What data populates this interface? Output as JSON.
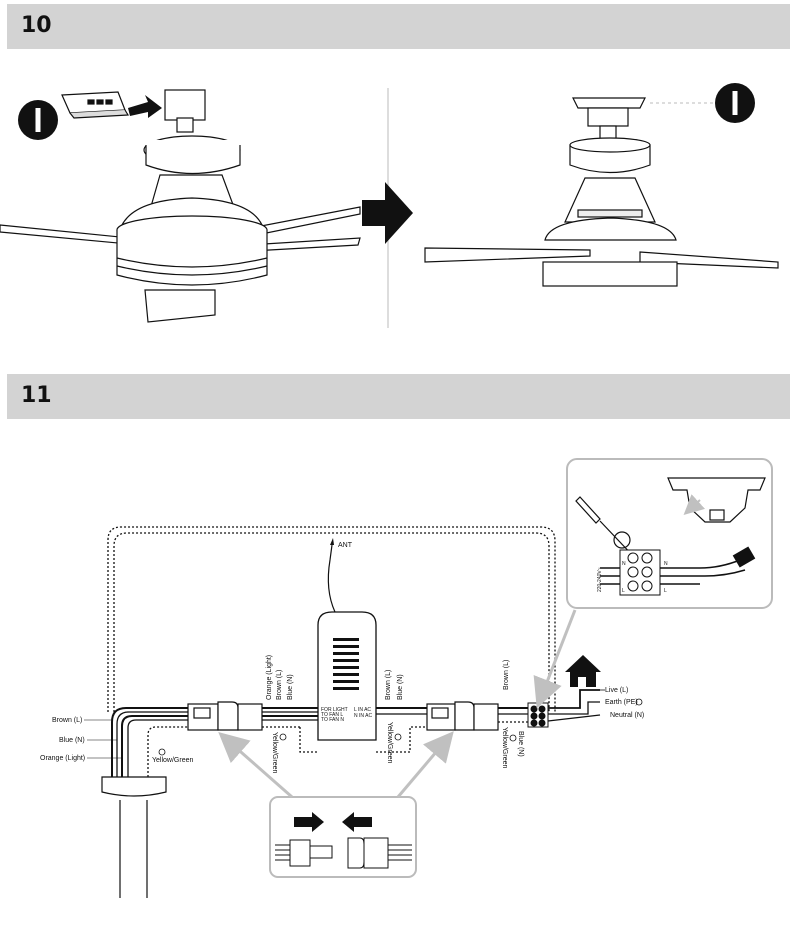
{
  "steps": [
    {
      "number": "10"
    },
    {
      "number": "11"
    }
  ],
  "diagram": {
    "antenna": "ANT",
    "left_wires": [
      "Brown (L)",
      "Blue (N)",
      "Orange (Light)",
      "Yellow/Green"
    ],
    "receiver_out_wires": [
      "Orange (Light)",
      "Brown (L)",
      "Blue (N)",
      "Yellow/Green"
    ],
    "receiver_terminals_left": [
      "FOR LIGHT",
      "TO FAN L",
      "TO FAN N"
    ],
    "receiver_terminals_right": [
      "L IN AC",
      "N IN AC"
    ],
    "receiver_in_wires": [
      "Brown (L)",
      "Blue (N)",
      "Yellow/Green"
    ],
    "mains_wires": [
      "Brown (L)",
      "Yellow/Green",
      "Blue (N)"
    ],
    "supply_labels": [
      "Live (L)",
      "Earth (PE)",
      "Neutral (N)"
    ],
    "voltage": "220-240V~",
    "terminal_letters": [
      "N",
      "L",
      "N",
      "L"
    ]
  }
}
